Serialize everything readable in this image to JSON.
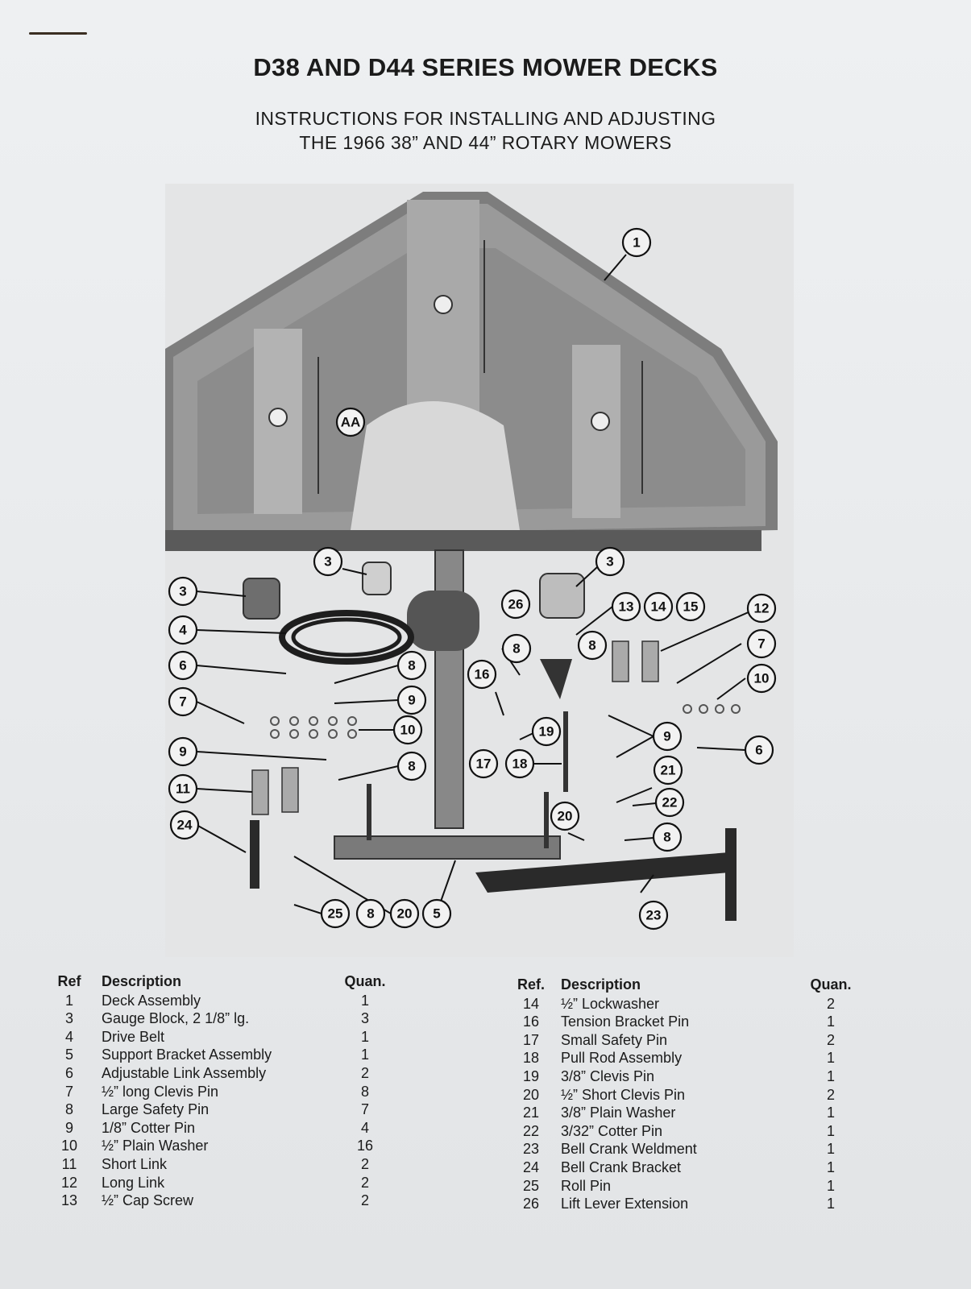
{
  "page": {
    "title": "D38 AND D44 SERIES MOWER DECKS",
    "subtitle_line1": "INSTRUCTIONS FOR INSTALLING AND ADJUSTING",
    "subtitle_line2": "THE 1966 38” AND 44” ROTARY MOWERS"
  },
  "callouts": {
    "c1": "1",
    "caa": "AA",
    "c3": "3",
    "c4": "4",
    "c5": "5",
    "c6": "6",
    "c7": "7",
    "c8": "8",
    "c9": "9",
    "c10": "10",
    "c11": "11",
    "c12": "12",
    "c13": "13",
    "c14": "14",
    "c15": "15",
    "c16": "16",
    "c17": "17",
    "c18": "18",
    "c19": "19",
    "c20": "20",
    "c21": "21",
    "c22": "22",
    "c23": "23",
    "c24": "24",
    "c25": "25",
    "c26": "26"
  },
  "parts_left": {
    "headers": [
      "Ref",
      "Description",
      "Quan."
    ],
    "rows": [
      {
        "ref": "1",
        "desc": "Deck Assembly",
        "qty": "1"
      },
      {
        "ref": "3",
        "desc": "Gauge Block, 2 1/8” lg.",
        "qty": "3"
      },
      {
        "ref": "4",
        "desc": "Drive Belt",
        "qty": "1"
      },
      {
        "ref": "5",
        "desc": "Support Bracket Assembly",
        "qty": "1"
      },
      {
        "ref": "6",
        "desc": "Adjustable Link Assembly",
        "qty": "2"
      },
      {
        "ref": "7",
        "desc": "½” long Clevis Pin",
        "qty": "8"
      },
      {
        "ref": "8",
        "desc": "Large Safety Pin",
        "qty": "7"
      },
      {
        "ref": "9",
        "desc": "1/8” Cotter Pin",
        "qty": "4"
      },
      {
        "ref": "10",
        "desc": "½” Plain Washer",
        "qty": "16"
      },
      {
        "ref": "11",
        "desc": "Short Link",
        "qty": "2"
      },
      {
        "ref": "12",
        "desc": "Long Link",
        "qty": "2"
      },
      {
        "ref": "13",
        "desc": "½” Cap Screw",
        "qty": "2"
      }
    ]
  },
  "parts_right": {
    "headers": [
      "Ref.",
      "Description",
      "Quan."
    ],
    "rows": [
      {
        "ref": "14",
        "desc": "½” Lockwasher",
        "qty": "2"
      },
      {
        "ref": "16",
        "desc": "Tension Bracket Pin",
        "qty": "1"
      },
      {
        "ref": "17",
        "desc": "Small Safety Pin",
        "qty": "2"
      },
      {
        "ref": "18",
        "desc": "Pull Rod Assembly",
        "qty": "1"
      },
      {
        "ref": "19",
        "desc": "3/8” Clevis Pin",
        "qty": "1"
      },
      {
        "ref": "20",
        "desc": "½” Short Clevis Pin",
        "qty": "2"
      },
      {
        "ref": "21",
        "desc": "3/8” Plain Washer",
        "qty": "1"
      },
      {
        "ref": "22",
        "desc": "3/32” Cotter Pin",
        "qty": "1"
      },
      {
        "ref": "23",
        "desc": "Bell Crank Weldment",
        "qty": "1"
      },
      {
        "ref": "24",
        "desc": "Bell Crank Bracket",
        "qty": "1"
      },
      {
        "ref": "25",
        "desc": "Roll Pin",
        "qty": "1"
      },
      {
        "ref": "26",
        "desc": "Lift Lever Extension",
        "qty": "1"
      }
    ]
  }
}
